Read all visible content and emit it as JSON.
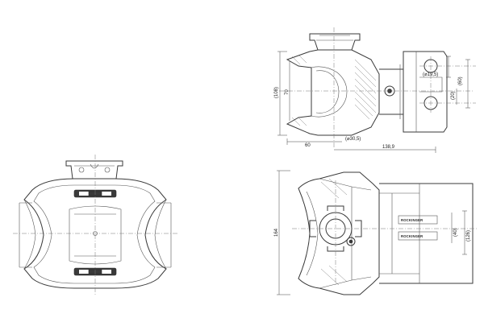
{
  "views": {
    "front": {
      "label": ""
    },
    "side": {
      "dimensions": {
        "hole_dia": "(⌀19,5)",
        "slot_h": "(60)",
        "slot_w": "(20)",
        "height_108": "(108)",
        "height_70": "70",
        "len_60": "60",
        "bore_dia": "(⌀30,5)",
        "len_138": "138,9"
      }
    },
    "top": {
      "dimensions": {
        "width_164": "164",
        "dim_40": "(40)",
        "dim_126": "(126)"
      },
      "logo_text": "ROCKINGER"
    }
  }
}
